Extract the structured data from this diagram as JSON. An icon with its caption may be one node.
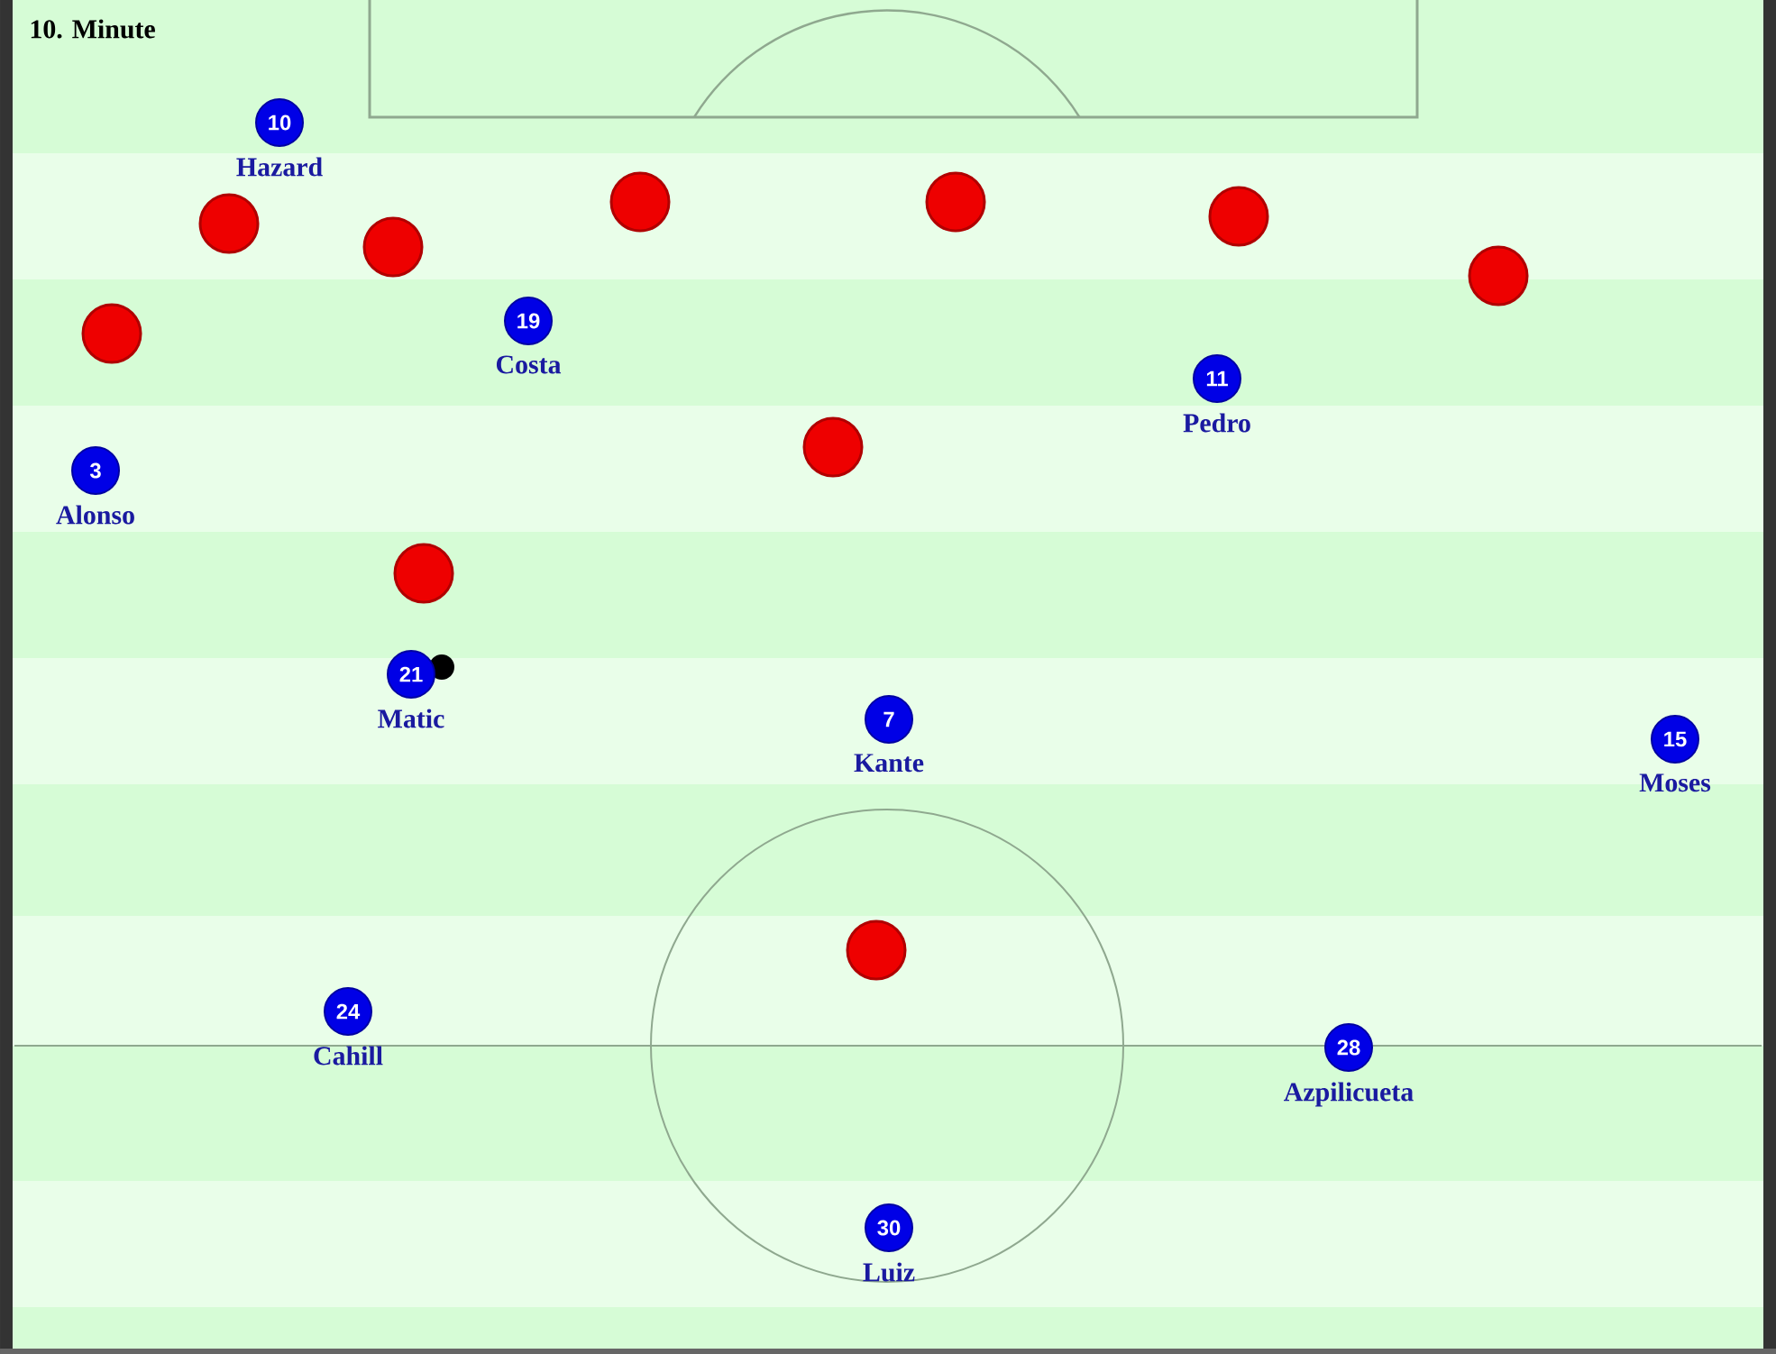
{
  "diagram": {
    "title": "10. Minute",
    "nodes": [
      {
        "text": [
          "10"
        ],
        "beside": [
          "Hazard"
        ]
      },
      {
        "text": [],
        "shape": "circle"
      },
      {
        "text": [],
        "shape": "circle"
      },
      {
        "text": [],
        "shape": "circle"
      },
      {
        "text": [],
        "shape": "circle"
      },
      {
        "text": [],
        "shape": "circle"
      },
      {
        "text": [],
        "shape": "circle"
      },
      {
        "text": [
          "19"
        ],
        "beside": [
          "Costa"
        ]
      },
      {
        "text": [],
        "shape": "circle"
      },
      {
        "text": [
          "11"
        ],
        "beside": [
          "Pedro"
        ]
      },
      {
        "text": [],
        "shape": "circle"
      },
      {
        "text": [
          "3"
        ],
        "beside": [
          "Alonso"
        ]
      },
      {
        "text": [],
        "shape": "circle"
      },
      {
        "text": [
          "21"
        ],
        "beside": [
          "Matic"
        ]
      },
      {
        "text": [
          "7"
        ],
        "beside": [
          "Kante"
        ]
      },
      {
        "text": [
          "15"
        ],
        "beside": [
          "Moses"
        ]
      },
      {
        "text": [],
        "shape": "circle"
      },
      {
        "text": [
          "24"
        ],
        "beside": [
          "Cahill"
        ]
      },
      {
        "text": [
          "28"
        ],
        "beside": [
          "Azpilicueta"
        ]
      },
      {
        "text": [
          "30"
        ],
        "beside": [
          "Luiz"
        ]
      }
    ],
    "edges": []
  }
}
